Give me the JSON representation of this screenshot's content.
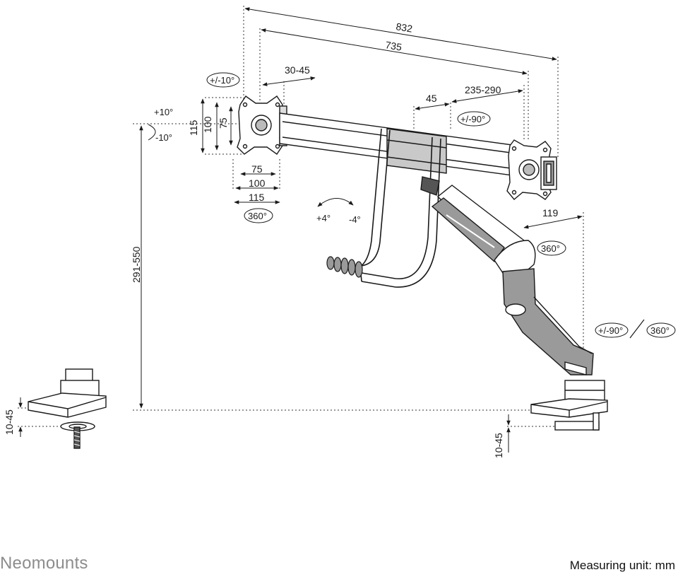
{
  "brand": "Neomounts",
  "measuring_unit": "Measuring unit: mm",
  "colors": {
    "line": "#1a1a1a",
    "dim_line": "#222222",
    "metal": "#9a9a9a",
    "dark": "#4a4a4a",
    "brand": "#8d8d8d"
  },
  "dimensions": {
    "overall_width": "832",
    "bar_width": "735",
    "arm_offset": "30-45",
    "clamp_offset": "45",
    "slide_range": "235-290",
    "depth_offset": "119",
    "height_range": "291-550",
    "desk_thickness_left": "10-45",
    "desk_thickness_right": "10-45",
    "vesa_v_outer": "115",
    "vesa_v_mid": "100",
    "vesa_v_inner": "75",
    "vesa_h_inner": "75",
    "vesa_h_mid": "100",
    "vesa_h_outer": "115"
  },
  "angles": {
    "tilt_side": "+/-10°",
    "tilt_up": "+10°",
    "tilt_down": "-10°",
    "rotate_left": "360°",
    "swivel_top": "+/-90°",
    "tilt_bar_up": "+4°",
    "tilt_bar_down": "-4°",
    "rotate_right": "360°",
    "swivel_base": "+/-90°",
    "rotate_base": "360°"
  }
}
